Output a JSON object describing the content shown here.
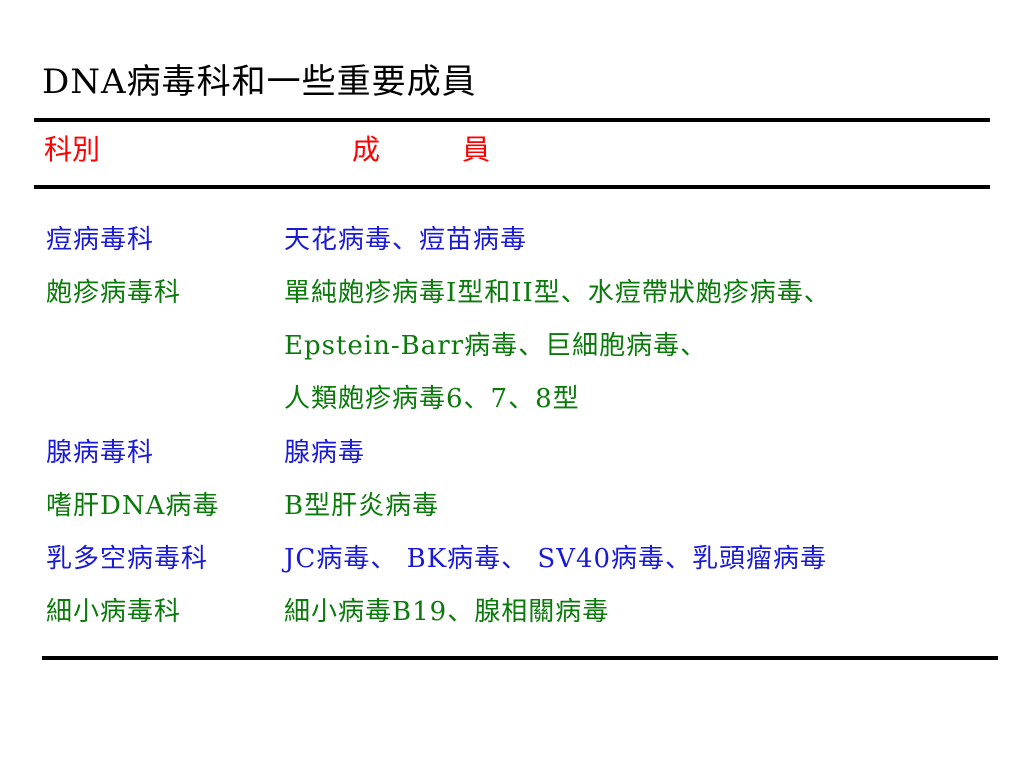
{
  "title": "DNA病毒科和一些重要成員",
  "header": {
    "family": "科別",
    "members": "成員"
  },
  "colors": {
    "header": "#ff0000",
    "family": "#1a1ad6",
    "member_green": "#0a7a0a",
    "member_blue": "#1a1ad6"
  },
  "rows": [
    {
      "family": "痘病毒科",
      "members": "天花病毒、痘苗病毒",
      "family_color": "#1a1ad6",
      "members_color": "#1a1ad6"
    },
    {
      "family": "皰疹病毒科",
      "members": "單純皰疹病毒I型和II型、水痘帶狀皰疹病毒、",
      "family_color": "#0a7a0a",
      "members_color": "#0a7a0a"
    },
    {
      "family": "",
      "members": "Epstein-Barr病毒、巨細胞病毒、",
      "family_color": "#0a7a0a",
      "members_color": "#0a7a0a"
    },
    {
      "family": "",
      "members": "人類皰疹病毒6、7、8型",
      "family_color": "#0a7a0a",
      "members_color": "#0a7a0a"
    },
    {
      "family": "腺病毒科",
      "members": "腺病毒",
      "family_color": "#1a1ad6",
      "members_color": "#1a1ad6"
    },
    {
      "family": "嗜肝DNA病毒",
      "members": "B型肝炎病毒",
      "family_color": "#0a7a0a",
      "members_color": "#0a7a0a"
    },
    {
      "family": "乳多空病毒科",
      "members": "JC病毒、 BK病毒、 SV40病毒、乳頭瘤病毒",
      "family_color": "#1a1ad6",
      "members_color": "#1a1ad6"
    },
    {
      "family": "細小病毒科",
      "members": "細小病毒B19、腺相關病毒",
      "family_color": "#0a7a0a",
      "members_color": "#0a7a0a"
    }
  ]
}
